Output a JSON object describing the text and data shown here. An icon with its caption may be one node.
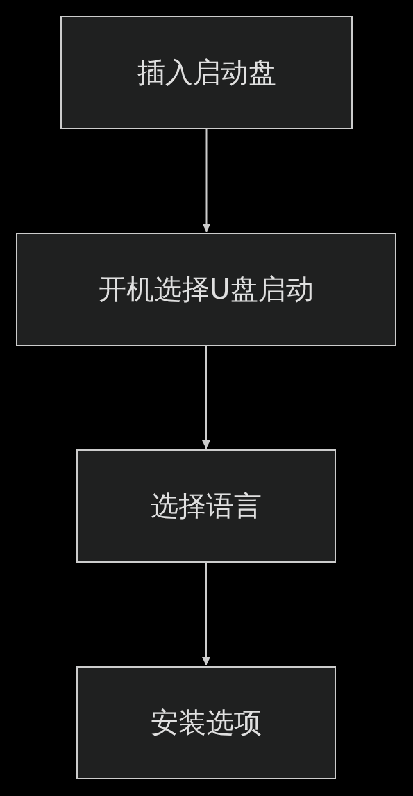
{
  "diagram": {
    "nodes": [
      {
        "text": [
          "插入启动盘"
        ]
      },
      {
        "text": [
          "开机选择U盘启动"
        ]
      },
      {
        "text": [
          "选择语言"
        ]
      },
      {
        "text": [
          "安装选项"
        ]
      }
    ],
    "edges": [
      {
        "from": 0,
        "to": 1,
        "arrow": "to"
      },
      {
        "from": 1,
        "to": 2,
        "arrow": "to"
      },
      {
        "from": 2,
        "to": 3,
        "arrow": "to"
      }
    ]
  }
}
